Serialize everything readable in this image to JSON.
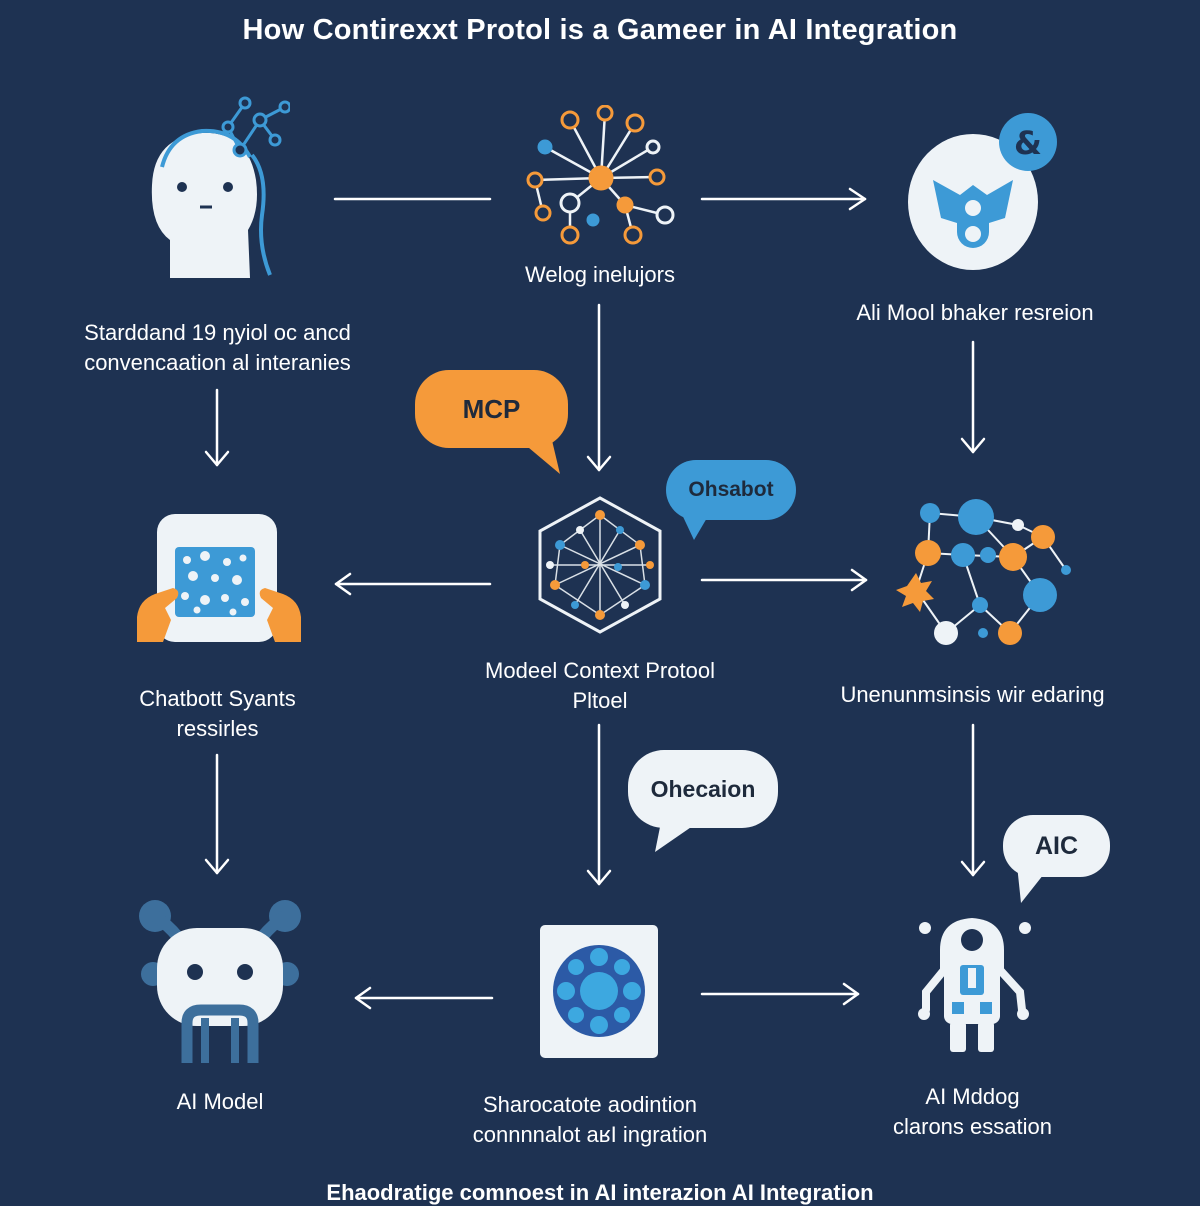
{
  "title": "How Contirexxt Protol is a Gameer in AI Integration",
  "footer": "Ehaodratige comnoest in AI interazion AI Integration",
  "colors": {
    "background": "#1e3252",
    "orange": "#f59a3a",
    "blue": "#3d9ad6",
    "light": "#eef3f7",
    "arrow": "#ffffff"
  },
  "nodes": {
    "top_left": {
      "line1": "Starddand 19 ŋyiol oc ancd",
      "line2": "convencaation al interanies",
      "icon": "human-head-icon"
    },
    "top_center": {
      "line1": "Welog inelujors",
      "icon": "network-graph-icon"
    },
    "top_right": {
      "line1": "Ali Mool bhaker resreion",
      "icon": "shield-bot-icon"
    },
    "mid_left": {
      "line1": "Chatbott Syants",
      "line2": "ressirles",
      "icon": "tablet-hands-icon"
    },
    "mid_center": {
      "line1": "Modeel Context Protool",
      "line2": "Pltoel",
      "icon": "hexagon-network-icon"
    },
    "mid_right": {
      "line1": "Unenunmsinsis wir edaring",
      "icon": "molecule-cluster-icon"
    },
    "bottom_left": {
      "line1": "AI Model",
      "icon": "robot-face-icon"
    },
    "bottom_center": {
      "line1": "Sharocatote aodintion",
      "line2": "connnnalot aʁI ingration",
      "icon": "circle-cluster-icon"
    },
    "bottom_right": {
      "line1": "AI Mddog",
      "line2": "clarons  essation",
      "icon": "astronaut-robot-icon"
    }
  },
  "bubbles": {
    "mcp": "MCP",
    "ohsabot": "Ohsabot",
    "ohecaion": "Ohecaion",
    "aic": "AIC"
  }
}
